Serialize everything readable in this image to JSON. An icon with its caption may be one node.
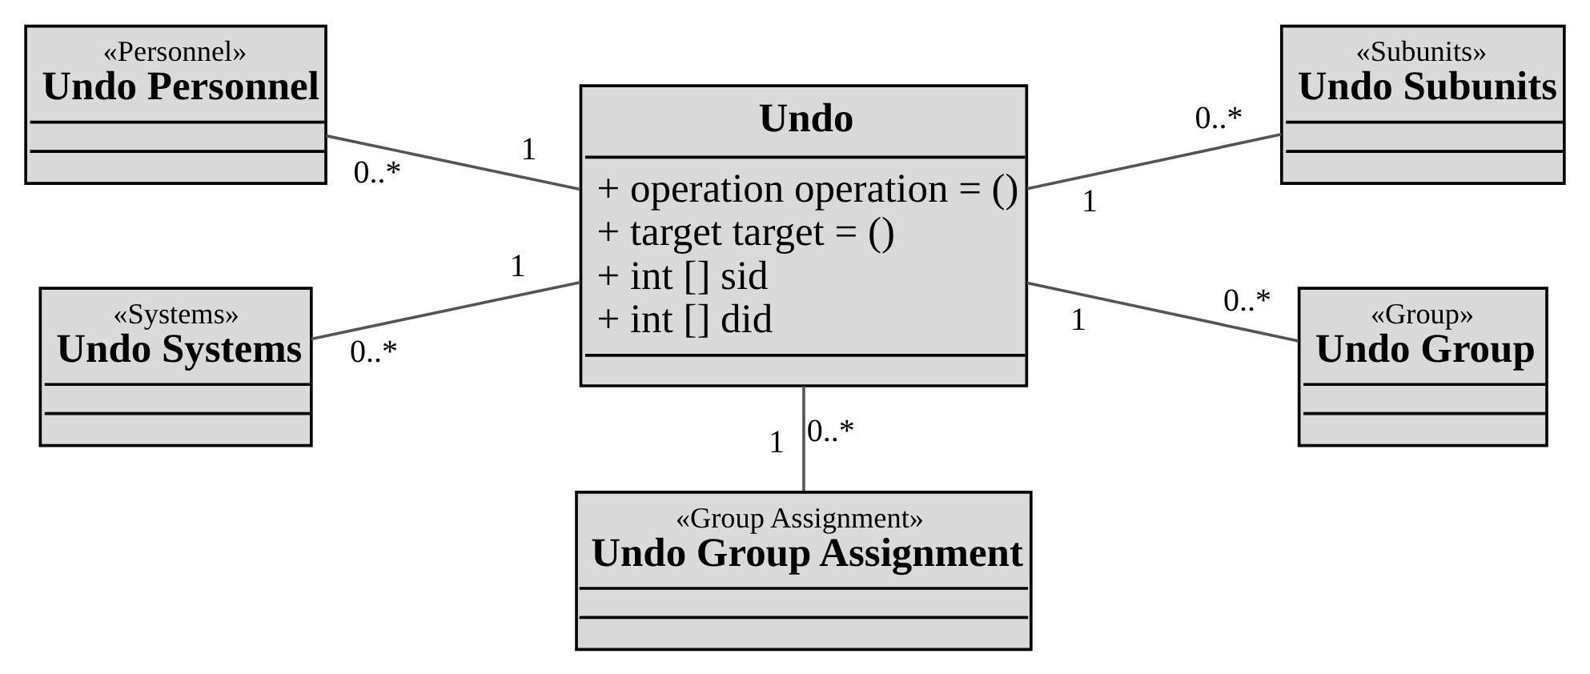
{
  "diagram": {
    "nodes": [
      {
        "text": [
          "«Personnel»",
          "Undo Personnel"
        ]
      },
      {
        "text": [
          "Undo",
          "+ operation operation = ()",
          "+ target target = ()",
          "+ int [] sid",
          "+ int [] did"
        ]
      },
      {
        "text": [
          "«Subunits»",
          "Undo Subunits"
        ]
      },
      {
        "text": [
          "«Systems»",
          "Undo Systems"
        ]
      },
      {
        "text": [
          "«Group»",
          "Undo Group"
        ]
      },
      {
        "text": [
          "«Group Assignment»",
          "Undo Group Assignment"
        ]
      }
    ],
    "edges": [
      {
        "from": 0,
        "to": 1,
        "arrow": "none"
      },
      {
        "from": 1,
        "to": 2,
        "arrow": "none"
      },
      {
        "from": 3,
        "to": 1,
        "arrow": "none"
      },
      {
        "from": 1,
        "to": 4,
        "arrow": "none"
      },
      {
        "from": 1,
        "to": 5,
        "arrow": "none"
      }
    ],
    "labels": [
      "0..*",
      "1",
      "1",
      "0..*",
      "0..*",
      "1",
      "1",
      "0..*",
      "1",
      "0..*"
    ]
  }
}
